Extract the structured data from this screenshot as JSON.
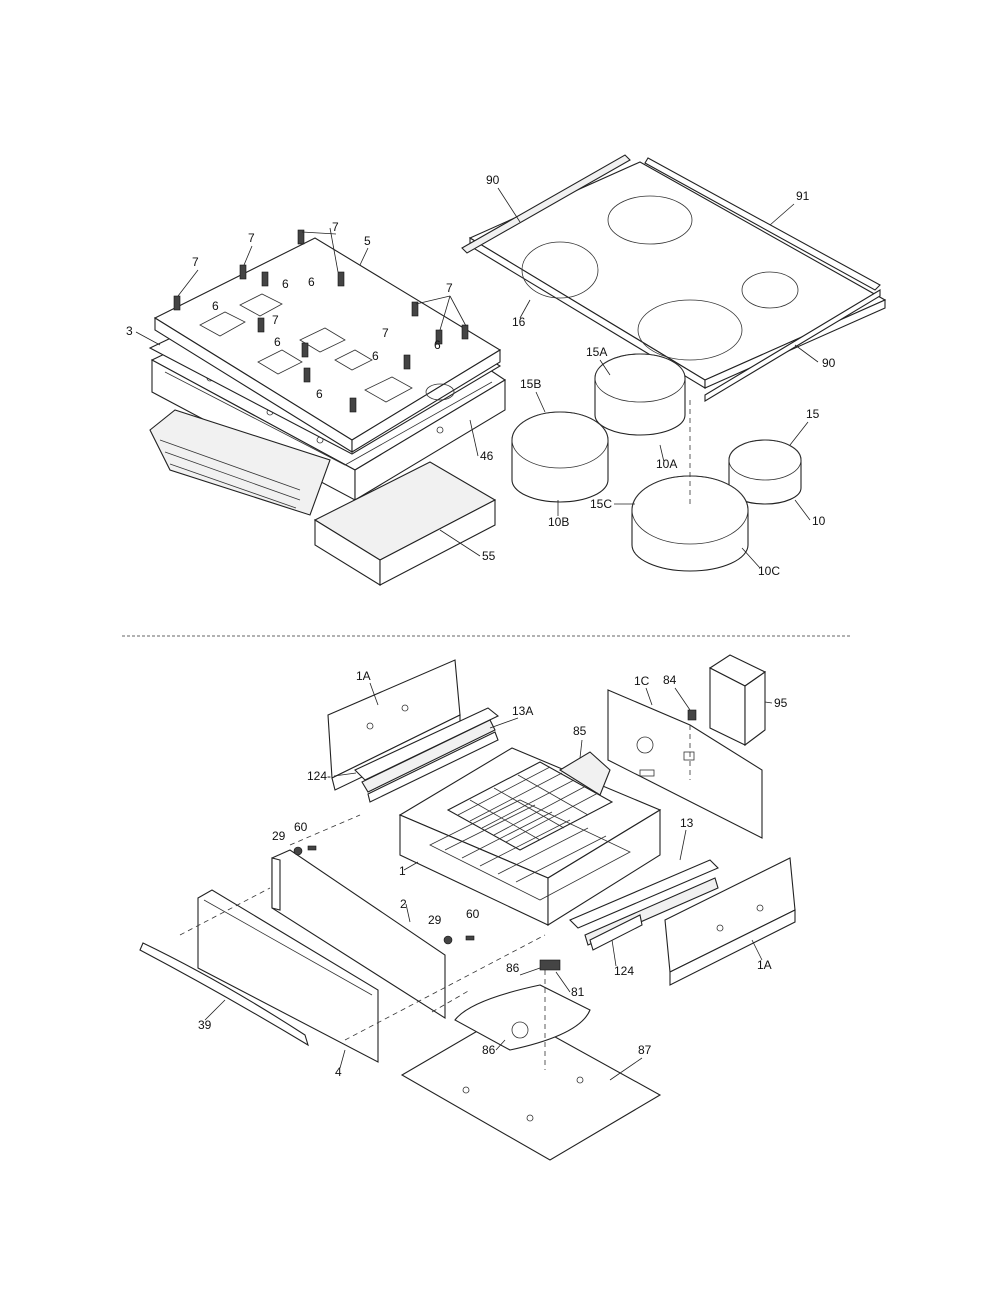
{
  "upper_assembly": {
    "callouts": {
      "p7a": "7",
      "p7b": "7",
      "p7c": "7",
      "p7d": "7",
      "p7e": "7",
      "p7f": "7",
      "p6a": "6",
      "p6b": "6",
      "p6c": "6",
      "p6d": "6",
      "p6e": "6",
      "p6f": "6",
      "p6g": "6",
      "p5": "5",
      "p3": "3",
      "p46": "46",
      "p55": "55",
      "p90a": "90",
      "p91": "91",
      "p16": "16",
      "p90b": "90",
      "p15A": "15A",
      "p15B": "15B",
      "p15": "15",
      "p15C": "15C",
      "p10A": "10A",
      "p10B": "10B",
      "p10": "10",
      "p10C": "10C"
    }
  },
  "lower_assembly": {
    "callouts": {
      "p1A_top": "1A",
      "p13A": "13A",
      "p85": "85",
      "p1C": "1C",
      "p84": "84",
      "p95": "95",
      "p124a": "124-",
      "p29a": "29",
      "p60a": "60",
      "p1": "1",
      "p13": "13",
      "p2": "2",
      "p29b": "29",
      "p60b": "60",
      "p124b": "124",
      "p1A_bot": "1A",
      "p86a": "86",
      "p81": "81",
      "p39": "39",
      "p86b": "86",
      "p87": "87",
      "p4": "4"
    }
  }
}
